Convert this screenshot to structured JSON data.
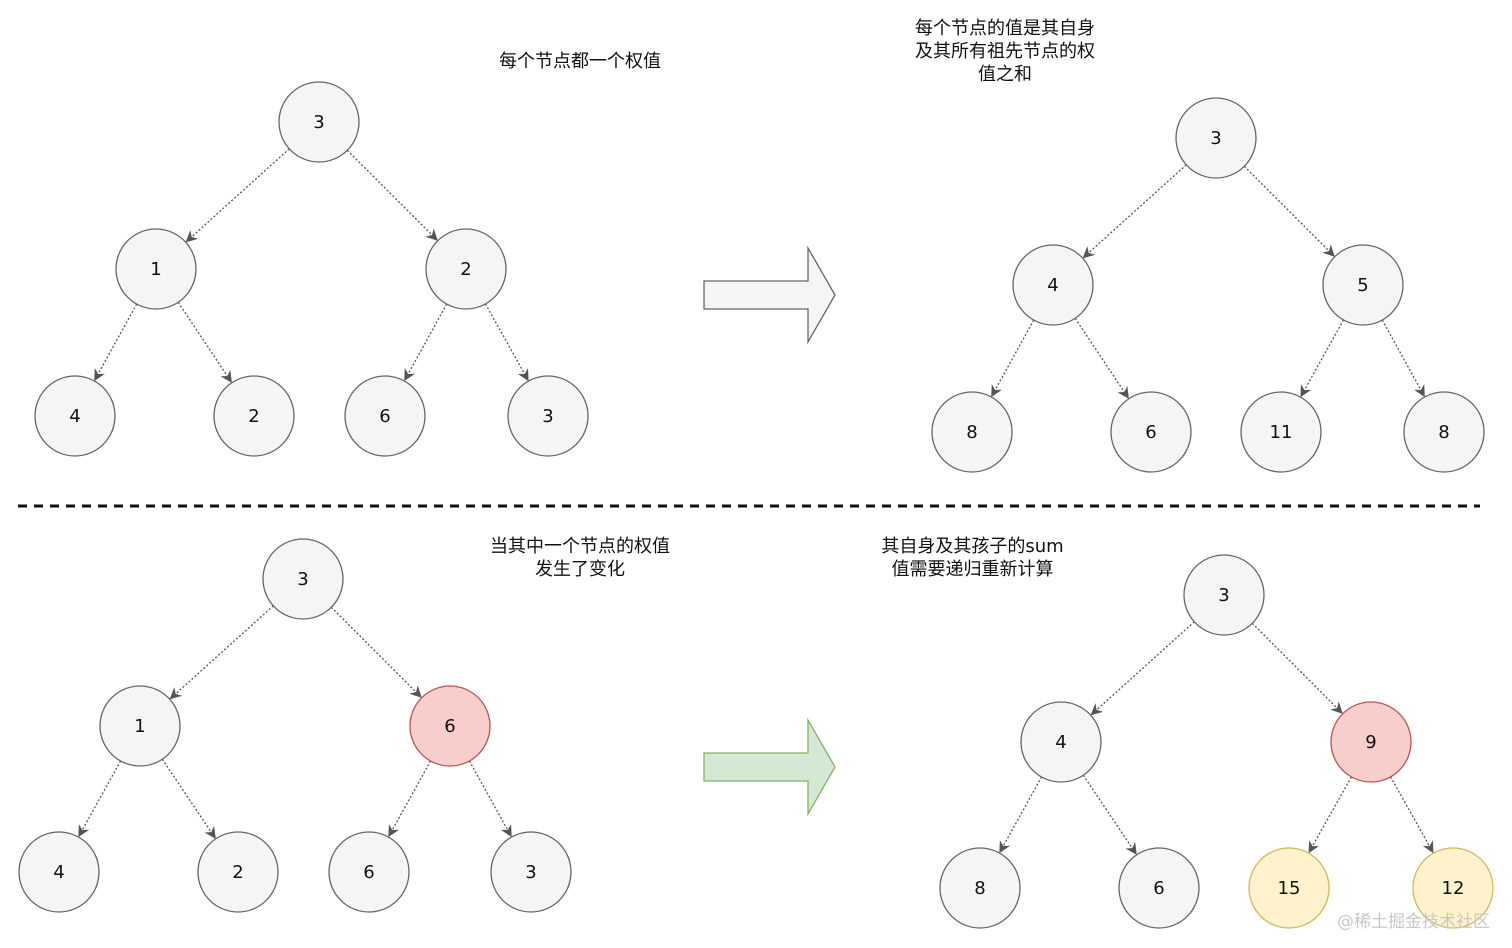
{
  "panels": {
    "top_left": {
      "caption": "每个节点都一个权值"
    },
    "top_right": {
      "caption": "每个节点的值是其自身\n及其所有祖先节点的权\n值之和"
    },
    "bottom_left": {
      "caption": "当其中一个节点的权值\n发生了变化"
    },
    "bottom_right": {
      "caption": "其自身及其孩子的sum\n值需要递归重新计算"
    }
  },
  "trees": {
    "top_left": {
      "values": [
        "3",
        "1",
        "2",
        "4",
        "2",
        "6",
        "3"
      ]
    },
    "top_right": {
      "values": [
        "3",
        "4",
        "5",
        "8",
        "6",
        "11",
        "8"
      ]
    },
    "bottom_left": {
      "values": [
        "3",
        "1",
        "6",
        "4",
        "2",
        "6",
        "3"
      ]
    },
    "bottom_right": {
      "values": [
        "3",
        "4",
        "9",
        "8",
        "6",
        "15",
        "12"
      ]
    }
  },
  "node_styles": {
    "default": {
      "fill": "#f5f5f5",
      "stroke": "#666666"
    },
    "changed": {
      "fill": "#f8cecc",
      "stroke": "#b85450"
    },
    "recomputed": {
      "fill": "#fff2cc",
      "stroke": "#d6b656"
    }
  },
  "highlights": {
    "bottom_left": {
      "changed": [
        2
      ]
    },
    "bottom_right": {
      "changed": [
        2
      ],
      "recomputed": [
        5,
        6
      ]
    }
  },
  "arrows": {
    "top": {
      "fill": "#f5f5f5",
      "stroke": "#666666"
    },
    "bottom": {
      "fill": "#d5e8d4",
      "stroke": "#82b366"
    }
  },
  "watermark": "@稀土掘金技术社区"
}
